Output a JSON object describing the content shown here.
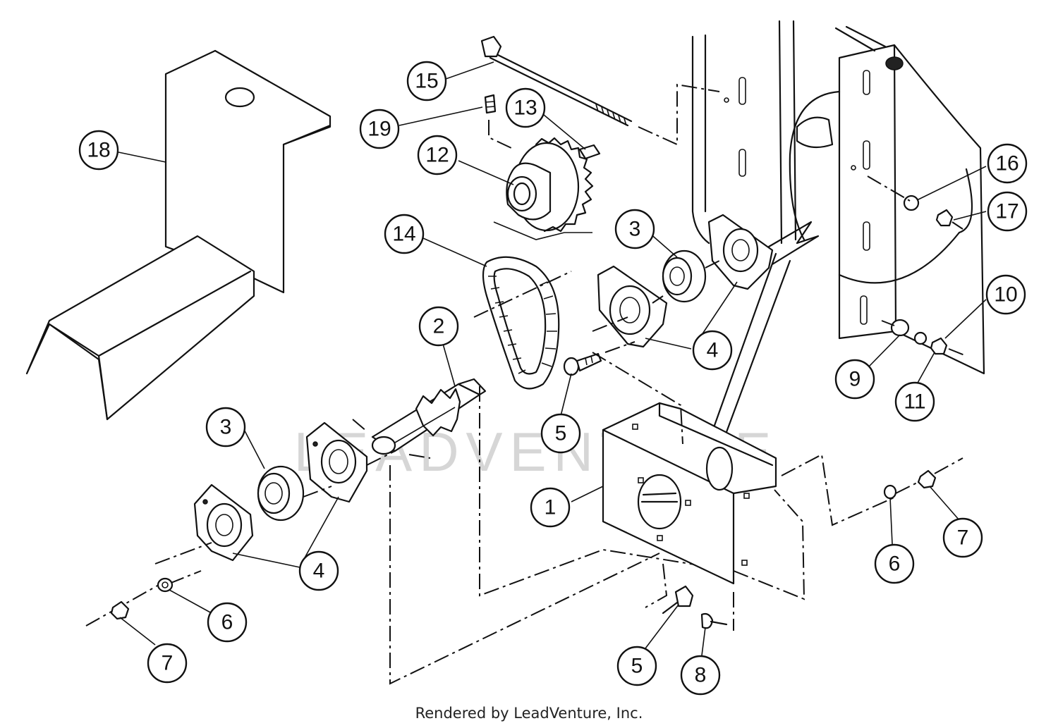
{
  "diagram": {
    "watermark": "LEADVENTURE",
    "footer": "Rendered by LeadVenture, Inc.",
    "callouts": [
      {
        "label": "15"
      },
      {
        "label": "19"
      },
      {
        "label": "13"
      },
      {
        "label": "18"
      },
      {
        "label": "12"
      },
      {
        "label": "14"
      },
      {
        "label": "3"
      },
      {
        "label": "16"
      },
      {
        "label": "17"
      },
      {
        "label": "10"
      },
      {
        "label": "2"
      },
      {
        "label": "4"
      },
      {
        "label": "9"
      },
      {
        "label": "11"
      },
      {
        "label": "5"
      },
      {
        "label": "3"
      },
      {
        "label": "1"
      },
      {
        "label": "7"
      },
      {
        "label": "6"
      },
      {
        "label": "4"
      },
      {
        "label": "6"
      },
      {
        "label": "7"
      },
      {
        "label": "5"
      },
      {
        "label": "8"
      }
    ]
  }
}
